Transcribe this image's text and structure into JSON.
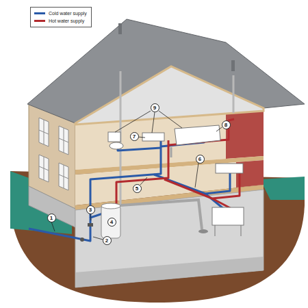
{
  "diagram": {
    "labels": [
      "1",
      "2",
      "3",
      "4",
      "5",
      "6",
      "7",
      "8",
      "9"
    ],
    "legend": [
      {
        "text": "Cold water supply",
        "color": "#2a5aa8"
      },
      {
        "text": "Hot water supply",
        "color": "#b22a2e"
      }
    ]
  }
}
